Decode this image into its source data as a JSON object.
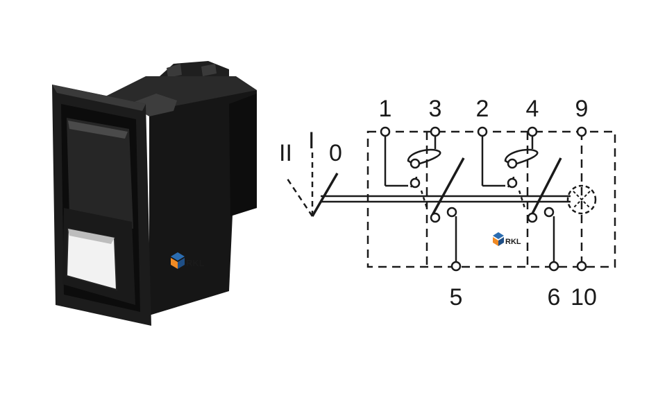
{
  "diagram": {
    "position_labels": [
      "II",
      "I",
      "0"
    ],
    "pin_labels_top": [
      "1",
      "3",
      "2",
      "4",
      "9"
    ],
    "pin_labels_bottom": [
      "5",
      "6",
      "10"
    ],
    "watermark": "RKL",
    "colors": {
      "line": "#1a1a1a",
      "switch_body": "#141414",
      "lens": "#f2f2f2",
      "logo_blue": "#2b6cb0",
      "logo_orange": "#f08a24"
    }
  }
}
